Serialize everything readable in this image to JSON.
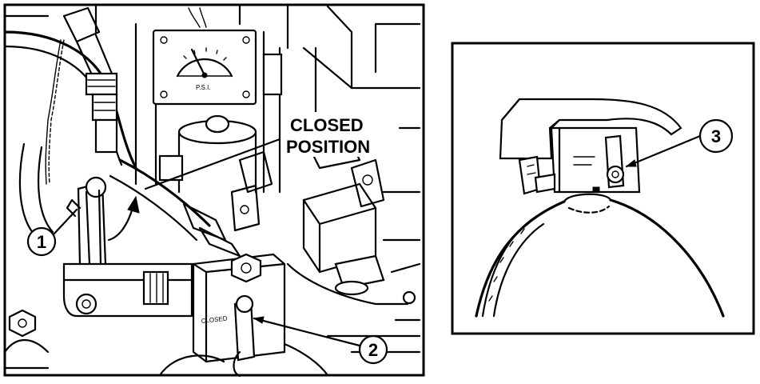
{
  "left_panel": {
    "annotation": {
      "line1": "CLOSED",
      "line2": "POSITION"
    },
    "callouts": [
      {
        "number": "1"
      },
      {
        "number": "2"
      }
    ],
    "valve_plate_text": "CLOSED"
  },
  "right_panel": {
    "callouts": [
      {
        "number": "3"
      }
    ]
  }
}
